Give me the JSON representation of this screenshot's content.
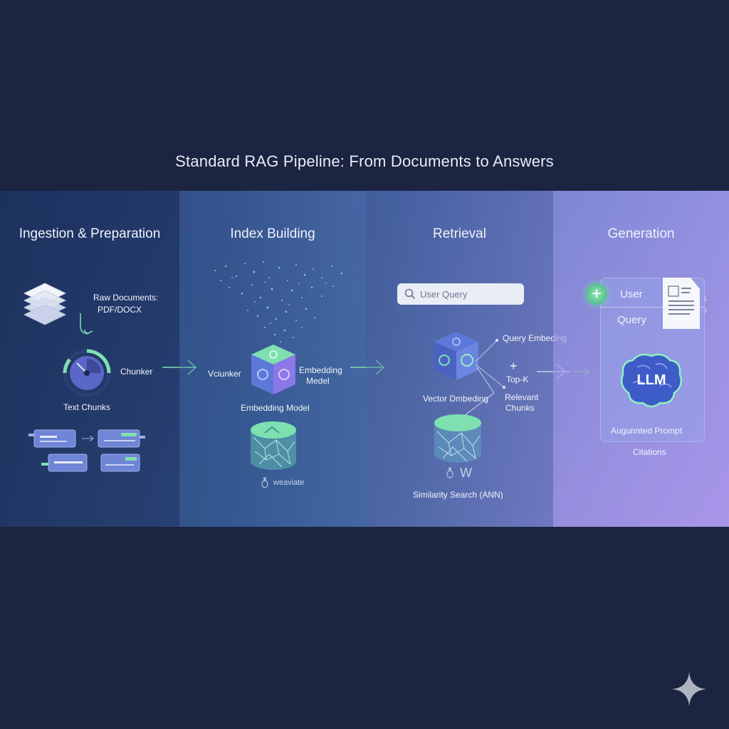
{
  "title": "Standard RAG Pipeline: From Documents to Answers",
  "stages": [
    {
      "title": "Ingestion & Preparation",
      "labels": {
        "raw_docs_1": "Raw Documents:",
        "raw_docs_2": "PDF/DOCX",
        "chunker": "Chunker",
        "text_chunks": "Text Chunks"
      }
    },
    {
      "title": "Index Building",
      "labels": {
        "vchunker": "Vciunker",
        "embedding_1": "Embedding",
        "embedding_2": "Medel",
        "embedding_model": "Embedding Model",
        "weaviate": "weaviate"
      }
    },
    {
      "title": "Retrieval",
      "labels": {
        "user_query": "User Query",
        "query_embedding": "Query Embeding",
        "plus": "+",
        "vector_embedding": "Vector Dmbeding",
        "topk_1": "Top-K",
        "topk_2": "Relevant",
        "topk_3": "Chunks",
        "w": "W",
        "similarity": "Similarity Search (ANN)"
      }
    },
    {
      "title": "Generation",
      "labels": {
        "plus": "+",
        "user": "User",
        "query": "Query",
        "llm": "LLM",
        "augmented": "Augunnted Prompt",
        "citations": "Citations",
        "num1": "1",
        "num3": "3"
      }
    }
  ],
  "colors": {
    "background": "#1b2440",
    "accent_green": "#7ee0b0",
    "accent_purple": "#a795e6",
    "accent_blue": "#5b78c9"
  },
  "icons": [
    "layers-icon",
    "chunker-gauge-icon",
    "cube-icon",
    "database-icon",
    "search-icon",
    "plus-icon",
    "document-icon",
    "brain-icon",
    "sparkle-icon",
    "pineapple-icon",
    "arrow-icon"
  ]
}
